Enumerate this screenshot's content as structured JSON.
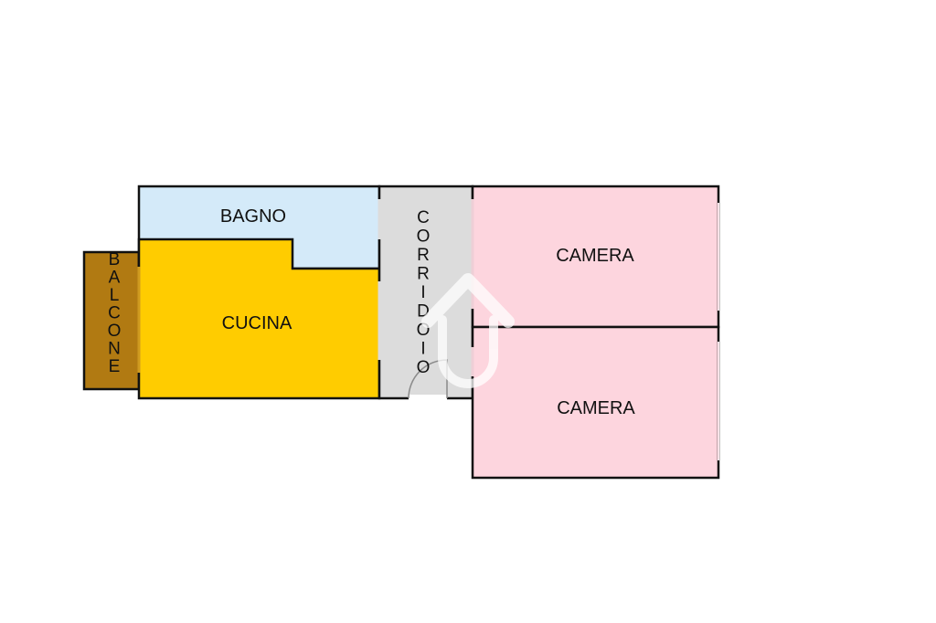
{
  "rooms": {
    "bagno": {
      "label": "BAGNO",
      "color": "#d4eaf9"
    },
    "cucina": {
      "label": "CUCINA",
      "color": "#ffcc00"
    },
    "balcone": {
      "label": "BALCONE",
      "color": "#b17a12"
    },
    "corridoio": {
      "label": "CORRIDOIO",
      "color": "#dcdcdc"
    },
    "camera_1": {
      "label": "CAMERA",
      "color": "#fdd5de"
    },
    "camera_2": {
      "label": "CAMERA",
      "color": "#fdd5de"
    }
  },
  "colors": {
    "wall": "#111111",
    "watermark": "#ffffff"
  },
  "icons": {
    "watermark": "house-logo-watermark"
  }
}
